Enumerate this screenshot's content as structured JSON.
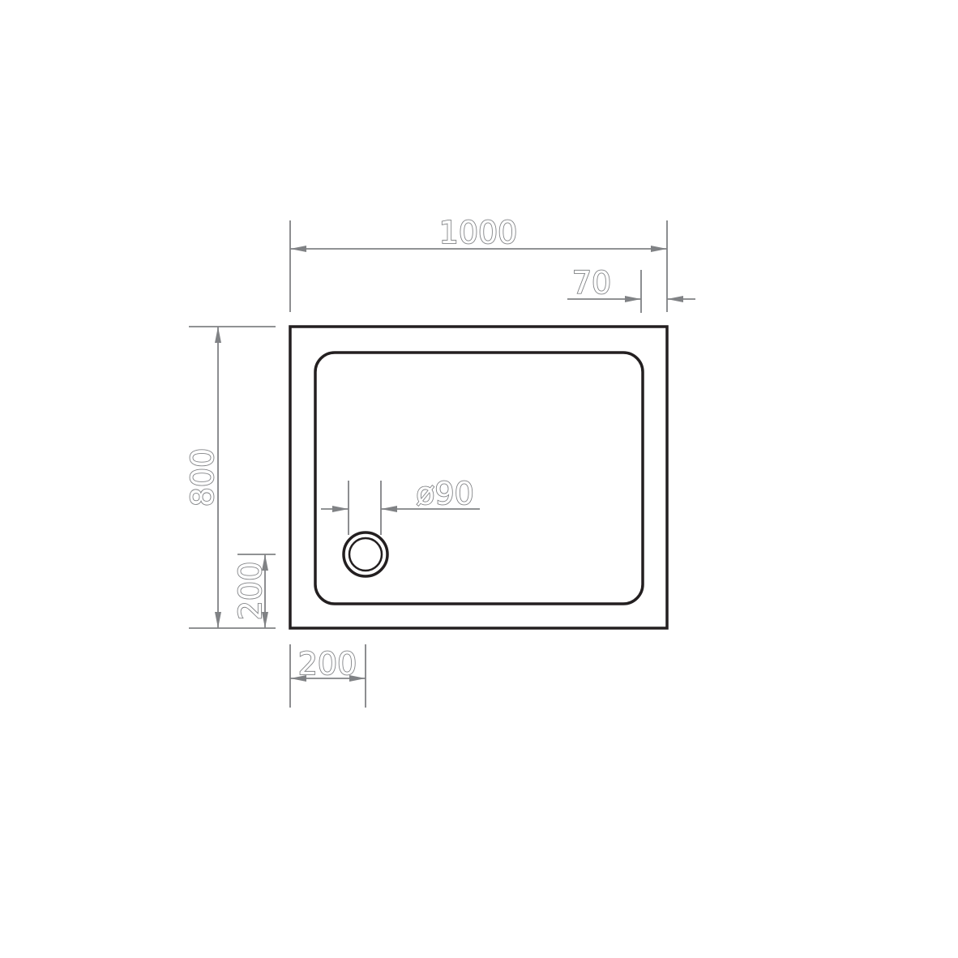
{
  "drawing": {
    "colors": {
      "outline": "#231f20",
      "dimension": "#808285",
      "background": "#ffffff"
    },
    "dimensions": {
      "overall_width": "1000",
      "right_rim": "70",
      "overall_depth": "800",
      "waste_from_bottom": "200",
      "waste_from_left": "200",
      "waste_diameter": "ø90"
    }
  }
}
